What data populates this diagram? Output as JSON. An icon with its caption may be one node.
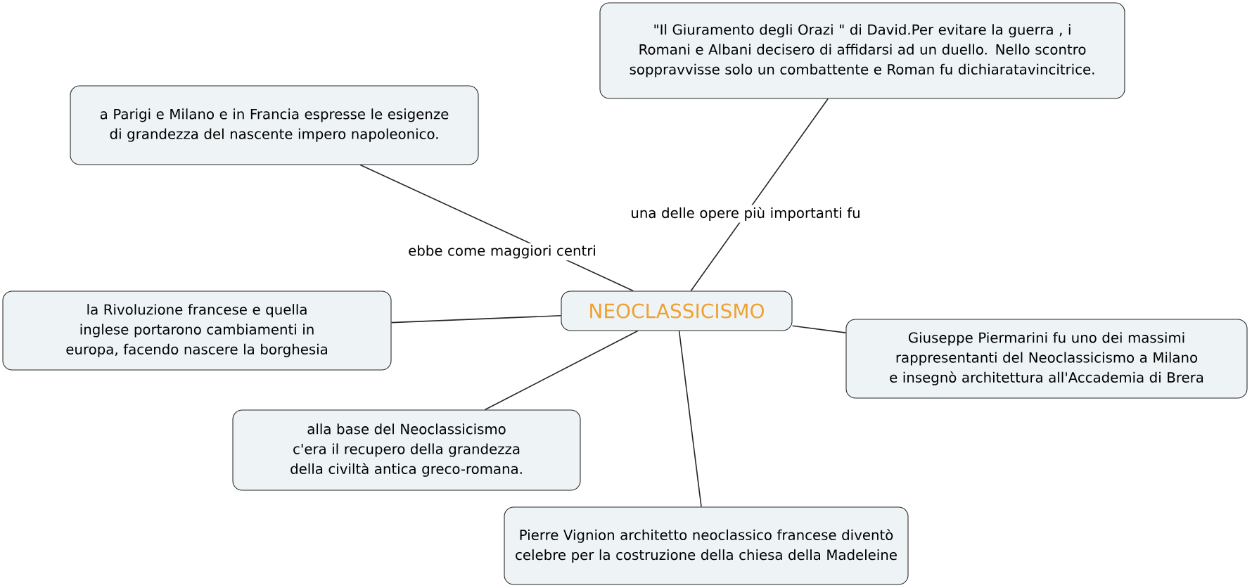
{
  "diagram": {
    "nodes": [
      {
        "text": [
          "NEOCLASSICISMO"
        ]
      },
      {
        "text": [
          "a Parigi e Milano e in Francia espresse le esigenze di grandezza del nascente impero napoleonico."
        ]
      },
      {
        "text": [
          "\"Il Giuramento degli Orazi \" di David.Per evitare la guerra , i Romani e Albani decisero di affidarsi ad un duello. Nello scontro soppravvisse solo un combattente e Roman fu dichiaratavincitrice."
        ]
      },
      {
        "text": [
          "la Rivoluzione francese e quella inglese portarono cambiamenti in europa, facendo nascere la borghesia"
        ]
      },
      {
        "text": [
          "Giuseppe Piermarini fu uno dei massimi rappresentanti del Neoclassicismo a Milano e insegnò architettura all'Accademia di Brera"
        ]
      },
      {
        "text": [
          "alla base del Neoclassicismo c'era il recupero della grandezza della civiltà antica greco-romana."
        ]
      },
      {
        "text": [
          "Pierre Vignion architetto neoclassico francese diventò celebre per la costruzione della chiesa della Madeleine"
        ]
      }
    ],
    "edges": [
      {
        "from": 0,
        "to": 1,
        "arrow": "none",
        "label": "ebbe come maggiori centri"
      },
      {
        "from": 0,
        "to": 2,
        "arrow": "none",
        "label": "una delle opere più importanti fu"
      },
      {
        "from": 0,
        "to": 3,
        "arrow": "none"
      },
      {
        "from": 0,
        "to": 4,
        "arrow": "none"
      },
      {
        "from": 0,
        "to": 5,
        "arrow": "none"
      },
      {
        "from": 0,
        "to": 6,
        "arrow": "none"
      }
    ]
  }
}
